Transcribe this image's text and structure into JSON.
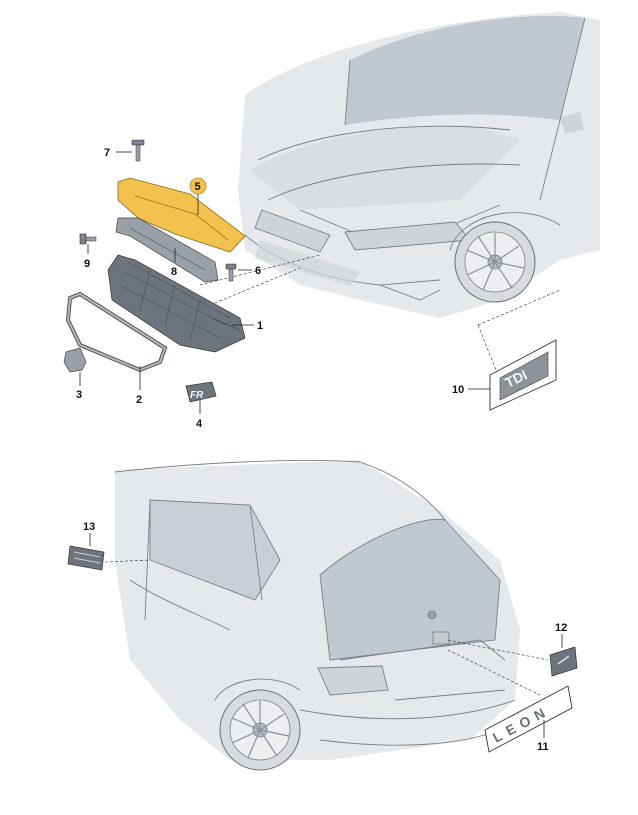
{
  "callouts": [
    {
      "id": "1",
      "label": "1",
      "highlighted": false
    },
    {
      "id": "2",
      "label": "2",
      "highlighted": false
    },
    {
      "id": "3",
      "label": "3",
      "highlighted": false
    },
    {
      "id": "4",
      "label": "4",
      "highlighted": false
    },
    {
      "id": "5",
      "label": "5",
      "highlighted": true
    },
    {
      "id": "6",
      "label": "6",
      "highlighted": false
    },
    {
      "id": "7",
      "label": "7",
      "highlighted": false
    },
    {
      "id": "8",
      "label": "8",
      "highlighted": false
    },
    {
      "id": "9",
      "label": "9",
      "highlighted": false
    },
    {
      "id": "10",
      "label": "10",
      "highlighted": false
    },
    {
      "id": "11",
      "label": "11",
      "highlighted": false
    },
    {
      "id": "12",
      "label": "12",
      "highlighted": false
    },
    {
      "id": "13",
      "label": "13",
      "highlighted": false
    }
  ],
  "badges": {
    "tdi": "TDI",
    "leon": "LEON",
    "fr": "FR"
  },
  "colors": {
    "highlight": "#f2c14e",
    "part_grey": "#9aa0a7",
    "car_body": "#e6e9ec"
  }
}
